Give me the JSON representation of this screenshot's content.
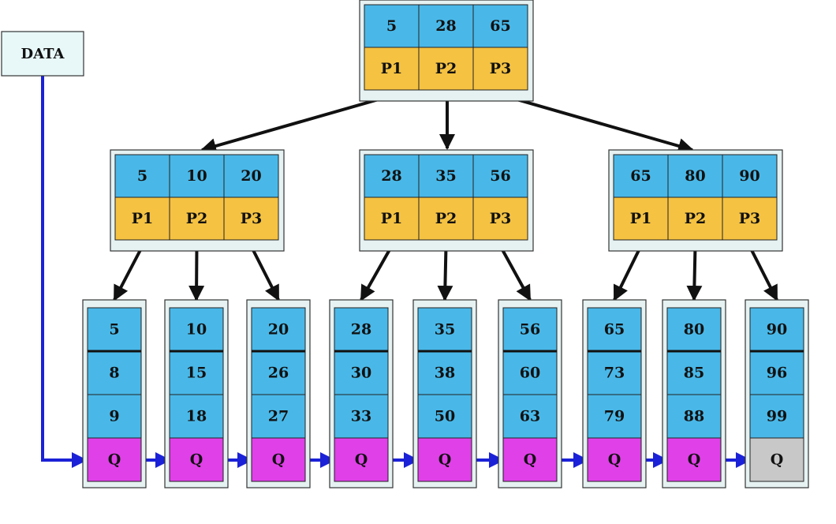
{
  "colors": {
    "key_fill": "#49B8E8",
    "pointer_fill": "#F5C242",
    "leaf_pointer_fill": "#E040E8",
    "last_pointer_fill": "#C8C8C8",
    "node_frame": "#E6F2F2",
    "arrow_black": "#111111",
    "arrow_blue": "#1B21D6",
    "data_box_fill": "#E8F8F8"
  },
  "data_label": "DATA",
  "root": {
    "keys": [
      "5",
      "28",
      "65"
    ],
    "pointers": [
      "P1",
      "P2",
      "P3"
    ]
  },
  "internal": [
    {
      "keys": [
        "5",
        "10",
        "20"
      ],
      "pointers": [
        "P1",
        "P2",
        "P3"
      ]
    },
    {
      "keys": [
        "28",
        "35",
        "56"
      ],
      "pointers": [
        "P1",
        "P2",
        "P3"
      ]
    },
    {
      "keys": [
        "65",
        "80",
        "90"
      ],
      "pointers": [
        "P1",
        "P2",
        "P3"
      ]
    }
  ],
  "leaves": [
    {
      "keys": [
        "5",
        "8",
        "9"
      ],
      "next": "Q"
    },
    {
      "keys": [
        "10",
        "15",
        "18"
      ],
      "next": "Q"
    },
    {
      "keys": [
        "20",
        "26",
        "27"
      ],
      "next": "Q"
    },
    {
      "keys": [
        "28",
        "30",
        "33"
      ],
      "next": "Q"
    },
    {
      "keys": [
        "35",
        "38",
        "50"
      ],
      "next": "Q"
    },
    {
      "keys": [
        "56",
        "60",
        "63"
      ],
      "next": "Q"
    },
    {
      "keys": [
        "65",
        "73",
        "79"
      ],
      "next": "Q"
    },
    {
      "keys": [
        "80",
        "85",
        "88"
      ],
      "next": "Q"
    },
    {
      "keys": [
        "90",
        "96",
        "99"
      ],
      "next": "Q"
    }
  ]
}
